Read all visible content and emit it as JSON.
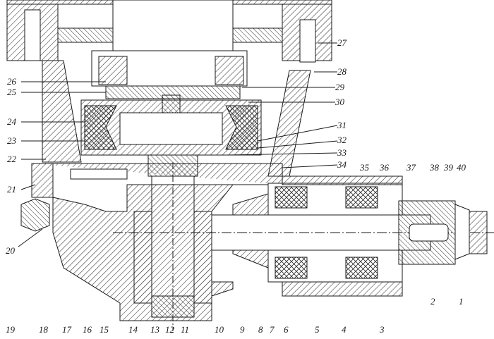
{
  "part_labels": {
    "p1": "1",
    "p2": "2",
    "p3": "3",
    "p4": "4",
    "p5": "5",
    "p6": "6",
    "p7": "7",
    "p8": "8",
    "p9": "9",
    "p10": "10",
    "p11": "11",
    "p12": "12",
    "p13": "13",
    "p14": "14",
    "p15": "15",
    "p16": "16",
    "p17": "17",
    "p18": "18",
    "p19": "19",
    "p20": "20",
    "p21": "21",
    "p22": "22",
    "p23": "23",
    "p24": "24",
    "p25": "25",
    "p26": "26",
    "p27": "27",
    "p28": "28",
    "p29": "29",
    "p30": "30",
    "p31": "31",
    "p32": "32",
    "p33": "33",
    "p34": "34",
    "p35": "35",
    "p36": "36",
    "p37": "37",
    "p38": "38",
    "p39": "39",
    "p40": "40"
  },
  "colors": {
    "ink": "#1a1a1a",
    "paper": "#ffffff",
    "hatch": "#333333"
  }
}
